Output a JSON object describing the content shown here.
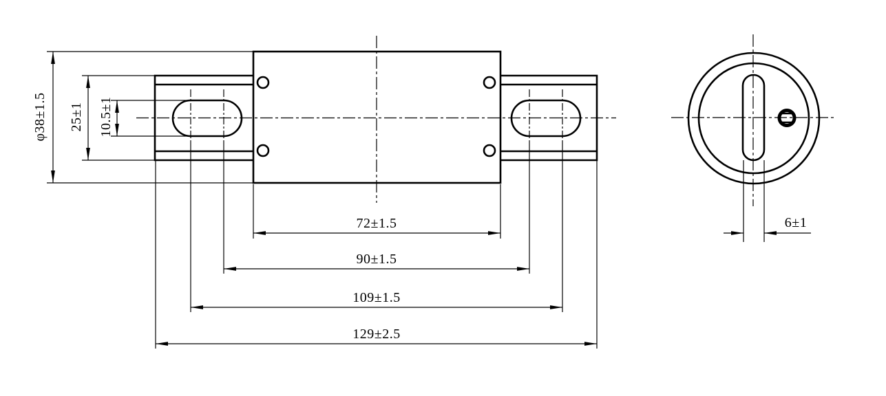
{
  "document": {
    "type": "engineering-drawing",
    "subject": "cylindrical fuse body with mounting blade tabs, front and side views",
    "background_color": "#ffffff",
    "line_color": "#000000"
  },
  "front_view": {
    "name": "front-view",
    "dimensions": {
      "body_diameter": {
        "label": "φ38±1.5",
        "value": 38,
        "tolerance": 1.5,
        "orientation": "vertical"
      },
      "tab_width": {
        "label": "25±1",
        "value": 25,
        "tolerance": 1,
        "orientation": "vertical"
      },
      "slot_width": {
        "label": "10.5±1",
        "value": 10.5,
        "tolerance": 1,
        "orientation": "vertical"
      },
      "body_length": {
        "label": "72±1.5",
        "value": 72,
        "tolerance": 1.5,
        "orientation": "horizontal"
      },
      "slot_centers_inner": {
        "label": "90±1.5",
        "value": 90,
        "tolerance": 1.5,
        "orientation": "horizontal"
      },
      "slot_centers_outer": {
        "label": "109±1.5",
        "value": 109,
        "tolerance": 1.5,
        "orientation": "horizontal"
      },
      "overall_length": {
        "label": "129±2.5",
        "value": 129,
        "tolerance": 2.5,
        "orientation": "horizontal"
      }
    }
  },
  "side_view": {
    "name": "side-view",
    "dimensions": {
      "tab_thickness": {
        "label": "6±1",
        "value": 6,
        "tolerance": 1,
        "orientation": "horizontal"
      }
    }
  }
}
